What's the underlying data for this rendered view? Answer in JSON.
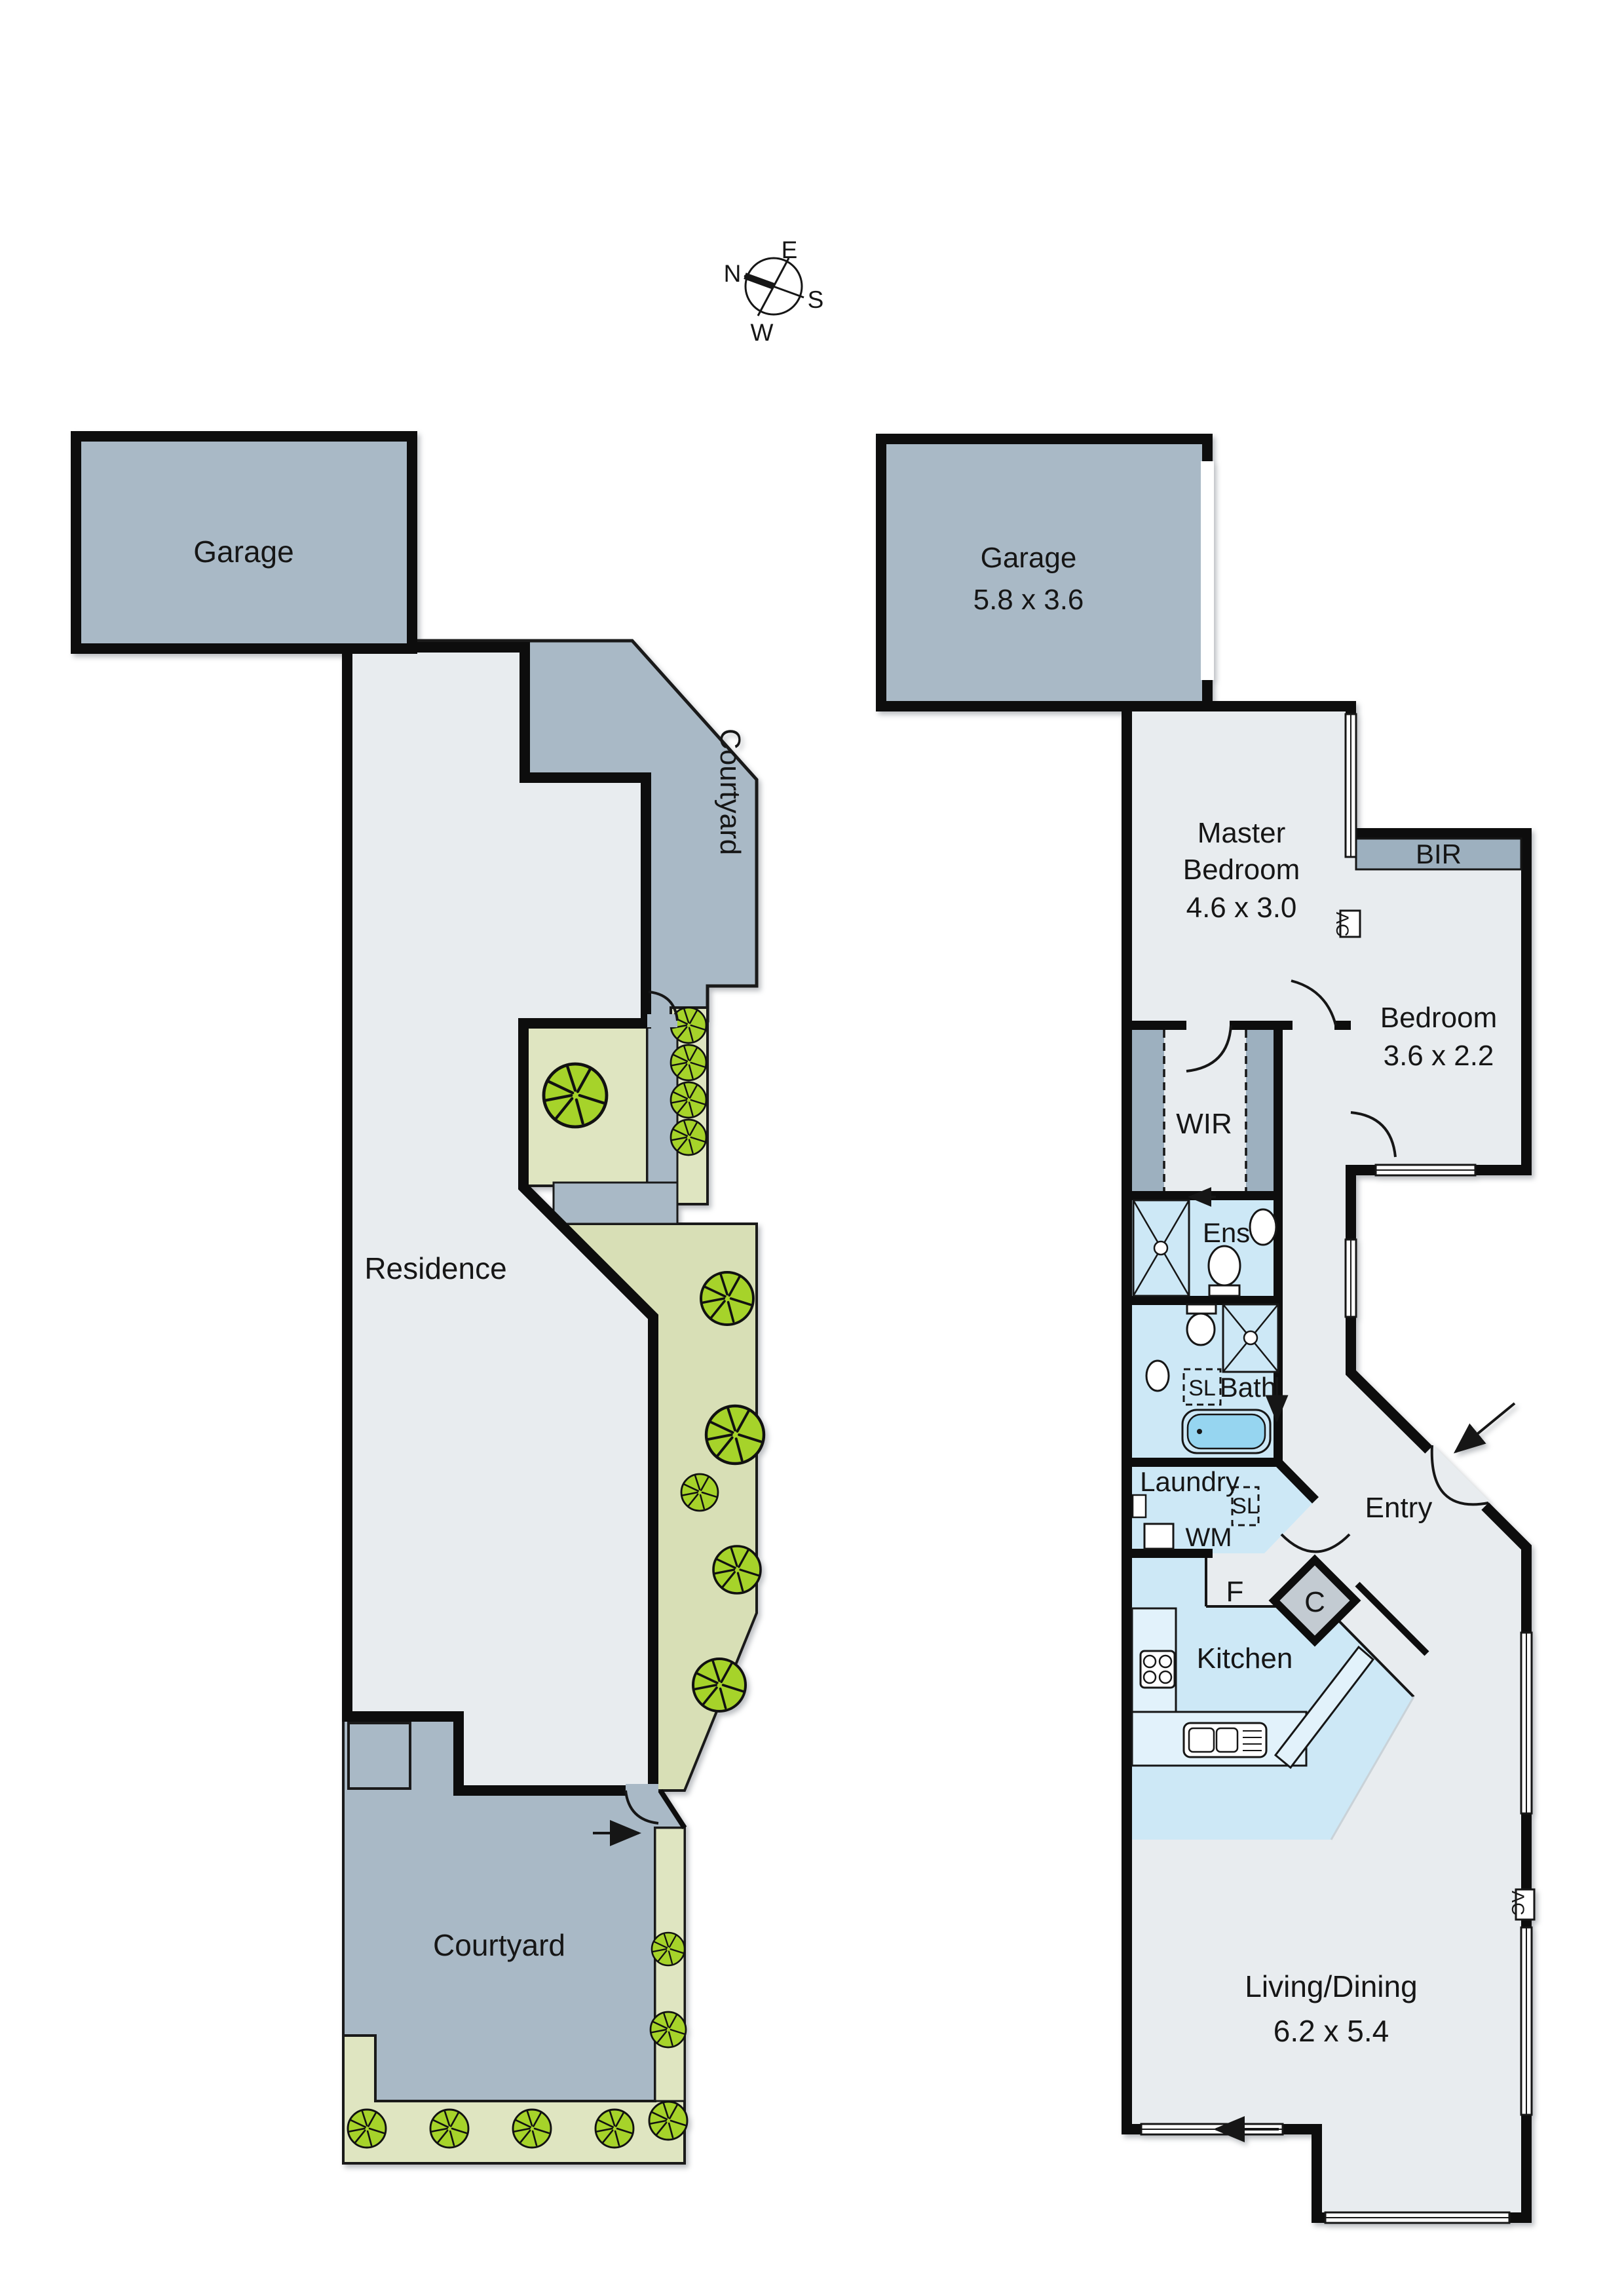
{
  "compass": {
    "north": "N",
    "east": "E",
    "south": "S",
    "west": "W"
  },
  "site_plan": {
    "garage": {
      "label": "Garage"
    },
    "courtyard_upper": {
      "label": "Courtyard"
    },
    "residence": {
      "label": "Residence"
    },
    "courtyard_lower": {
      "label": "Courtyard"
    }
  },
  "floor_plan": {
    "garage": {
      "label": "Garage",
      "dims": "5.8 x 3.6"
    },
    "master_bedroom": {
      "line1": "Master",
      "line2": "Bedroom",
      "dims": "4.6 x 3.0",
      "ac": "AC"
    },
    "bir": {
      "label": "BIR"
    },
    "bedroom": {
      "label": "Bedroom",
      "dims": "3.6 x 2.2"
    },
    "wir": {
      "label": "WIR"
    },
    "ensuite": {
      "label": "Ens"
    },
    "bathroom": {
      "label": "Bath",
      "sl": "SL"
    },
    "laundry": {
      "label": "Laundry",
      "sl": "SL",
      "wm": "WM"
    },
    "fridge": {
      "label": "F"
    },
    "closet": {
      "label": "C"
    },
    "entry": {
      "label": "Entry"
    },
    "kitchen": {
      "label": "Kitchen"
    },
    "living_dining": {
      "label": "Living/Dining",
      "dims": "6.2 x 5.4",
      "ac": "AC"
    }
  },
  "colors": {
    "wall": "#0d0d0d",
    "room_fill": "#e8ecef",
    "paving": "#a9b9c6",
    "robe_gray": "#9db0bf",
    "closet_gray": "#c3cbd2",
    "wet_area_blue": "#cde8f6",
    "bench_blue": "#e2f2fb",
    "tub_blue": "#96d5f0",
    "garden_light": "#dfe5c1",
    "garden_mid": "#d8dfb6",
    "tree_green": "#a6d32a"
  }
}
